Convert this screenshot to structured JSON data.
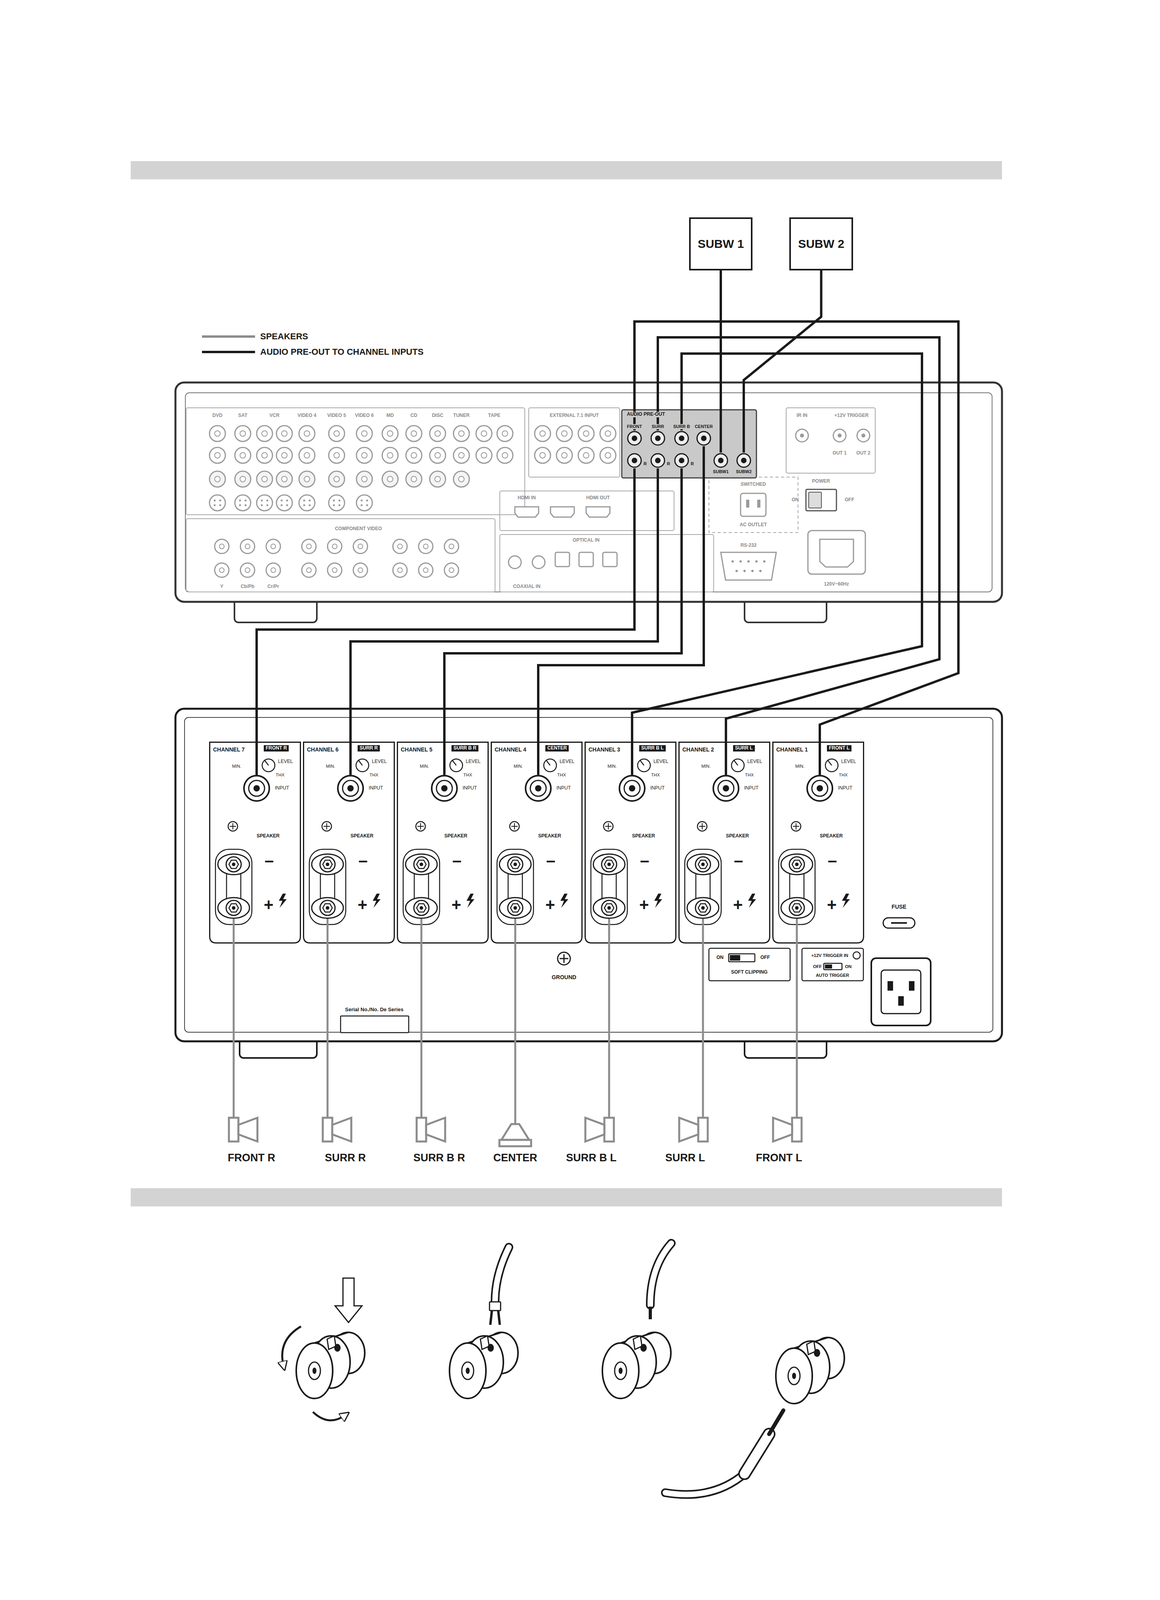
{
  "diagram": {
    "nodes": [
      {
        "text": [
          "SUBW 1"
        ]
      },
      {
        "text": [
          "SUBW 2"
        ]
      },
      {
        "text": [
          "AUDIO PRE-OUT"
        ]
      },
      {
        "text": [
          "FRONT"
        ],
        "in": 2
      },
      {
        "text": [
          "SURR"
        ],
        "in": 2
      },
      {
        "text": [
          "SURR B"
        ],
        "in": 2
      },
      {
        "text": [
          "CENTER"
        ],
        "in": 2
      },
      {
        "text": [
          "R"
        ],
        "in": 2
      },
      {
        "text": [
          "R"
        ],
        "in": 2
      },
      {
        "text": [
          "R"
        ],
        "in": 2
      },
      {
        "text": [
          "SUBW1"
        ],
        "in": 2
      },
      {
        "text": [
          "SUBW2"
        ],
        "in": 2
      },
      {
        "text": [
          "CHANNEL 7",
          "FRONT R",
          "LEVEL",
          "MIN.",
          "THX",
          "SPEAKER",
          "–",
          "+"
        ]
      },
      {
        "text": [
          "INPUT"
        ],
        "in": 12
      },
      {
        "text": [
          "CHANNEL 6",
          "SURR R",
          "LEVEL",
          "MIN.",
          "THX",
          "SPEAKER",
          "–",
          "+"
        ]
      },
      {
        "text": [
          "INPUT"
        ],
        "in": 14
      },
      {
        "text": [
          "CHANNEL 5",
          "SURR B R",
          "LEVEL",
          "MIN.",
          "THX",
          "SPEAKER",
          "–",
          "+"
        ]
      },
      {
        "text": [
          "INPUT"
        ],
        "in": 16
      },
      {
        "text": [
          "CHANNEL 4",
          "CENTER",
          "LEVEL",
          "MIN.",
          "THX",
          "SPEAKER",
          "–",
          "+"
        ]
      },
      {
        "text": [
          "INPUT"
        ],
        "in": 18
      },
      {
        "text": [
          "CHANNEL 3",
          "SURR B L",
          "LEVEL",
          "MIN.",
          "THX",
          "SPEAKER",
          "–",
          "+"
        ]
      },
      {
        "text": [
          "INPUT"
        ],
        "in": 20
      },
      {
        "text": [
          "CHANNEL 2",
          "SURR L",
          "LEVEL",
          "MIN.",
          "THX",
          "SPEAKER",
          "–",
          "+"
        ]
      },
      {
        "text": [
          "INPUT"
        ],
        "in": 22
      },
      {
        "text": [
          "CHANNEL 1",
          "FRONT L",
          "LEVEL",
          "MIN.",
          "THX",
          "SPEAKER",
          "–",
          "+"
        ]
      },
      {
        "text": [
          "INPUT"
        ],
        "in": 24
      },
      {
        "text": [
          "FRONT R"
        ]
      },
      {
        "text": [
          "SURR R"
        ]
      },
      {
        "text": [
          "SURR B R"
        ]
      },
      {
        "text": [
          "CENTER"
        ]
      },
      {
        "text": [
          "SURR B L"
        ]
      },
      {
        "text": [
          "SURR L"
        ]
      },
      {
        "text": [
          "FRONT L"
        ]
      }
    ],
    "edges": [
      {
        "from": 10,
        "to": 0,
        "arrow": "none"
      },
      {
        "from": 11,
        "to": 1,
        "arrow": "none"
      },
      {
        "from": 3,
        "to": 25,
        "arrow": "none"
      },
      {
        "from": 4,
        "to": 23,
        "arrow": "none"
      },
      {
        "from": 5,
        "to": 21,
        "arrow": "none"
      },
      {
        "from": 6,
        "to": 19,
        "arrow": "none"
      },
      {
        "from": 7,
        "to": 13,
        "arrow": "none"
      },
      {
        "from": 8,
        "to": 15,
        "arrow": "none"
      },
      {
        "from": 9,
        "to": 17,
        "arrow": "none"
      },
      {
        "from": 12,
        "to": 26,
        "arrow": "none"
      },
      {
        "from": 14,
        "to": 27,
        "arrow": "none"
      },
      {
        "from": 16,
        "to": 28,
        "arrow": "none"
      },
      {
        "from": 18,
        "to": 29,
        "arrow": "none"
      },
      {
        "from": 20,
        "to": 30,
        "arrow": "none"
      },
      {
        "from": 22,
        "to": 31,
        "arrow": "none"
      },
      {
        "from": 24,
        "to": 32,
        "arrow": "none"
      }
    ],
    "labels": [
      "DVD",
      "SAT",
      "VCR",
      "VIDEO 4",
      "VIDEO 5",
      "VIDEO 6",
      "MD",
      "CD",
      "DISC",
      "TUNER",
      "TAPE",
      "EXTERNAL 7.1 INPUT",
      "HDMI IN",
      "HDMI OUT",
      "OPTICAL IN",
      "COAXIAL IN",
      "RS-232",
      "SWITCHED",
      "AC OUTLET",
      "POWER",
      "ON",
      "OFF",
      "120V~60Hz",
      "IR IN",
      "+12V TRIGGER",
      "OUT 1",
      "OUT 2",
      "COMPONENT VIDEO",
      "Y",
      "Cb/Pb",
      "Cr/Pr",
      "GROUND",
      "FUSE",
      "ON",
      "OFF",
      "SOFT CLIPPING",
      "+12V TRIGGER IN",
      "OFF",
      "ON",
      "AUTO TRIGGER",
      "Serial No./No. De Series"
    ],
    "legend": [
      {
        "text": "SPEAKERS"
      },
      {
        "text": "AUDIO PRE-OUT TO CHANNEL INPUTS"
      }
    ]
  }
}
